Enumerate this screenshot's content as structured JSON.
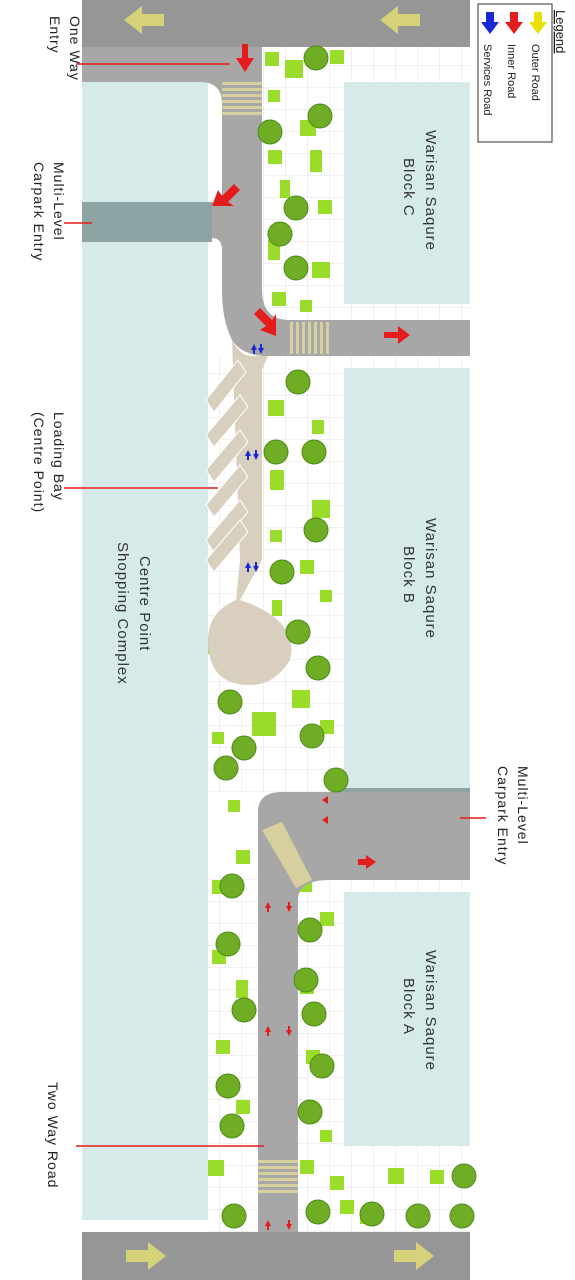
{
  "colors": {
    "outer_road": "#969696",
    "inner_road": "#a7a7a7",
    "building": "#d6eaea",
    "service_area": "#d9cfbe",
    "green": "#99dc2a",
    "tree": "#6fae24",
    "red": "#e51c1c",
    "blue": "#1a27d6",
    "yellow": "#d6d27a",
    "crossing": "#d7cf9e",
    "carpark_ramp": "#8ea4a4"
  },
  "legend": {
    "title": "Legend",
    "items": [
      {
        "label": "Outer Road",
        "color": "#e8e000",
        "icon": "yellow-arrow-icon"
      },
      {
        "label": "Inner Road",
        "color": "#e51c1c",
        "icon": "red-arrow-icon"
      },
      {
        "label": "Services Road",
        "color": "#1a27d6",
        "icon": "blue-arrow-icon"
      }
    ]
  },
  "callouts": {
    "one_way": {
      "line1": "One Way",
      "line2": "Entry"
    },
    "carpark_left": {
      "line1": "Multi-Level",
      "line2": "Carpark Entry"
    },
    "loading_bay": {
      "line1": "Loading Bay",
      "line2": "(Centre Point)"
    },
    "two_way": {
      "line1": "Two Way Road"
    },
    "carpark_right": {
      "line1": "Multi-Level",
      "line2": "Carpark Entry"
    }
  },
  "buildings": {
    "centre_point": {
      "line1": "Centre Point",
      "line2": "Shopping Complex"
    },
    "block_c": {
      "line1": "Warisan Saqure",
      "line2": "Block C"
    },
    "block_b": {
      "line1": "Warisan Saqure",
      "line2": "Block B"
    },
    "block_a": {
      "line1": "Warisan Saqure",
      "line2": "Block A"
    }
  }
}
